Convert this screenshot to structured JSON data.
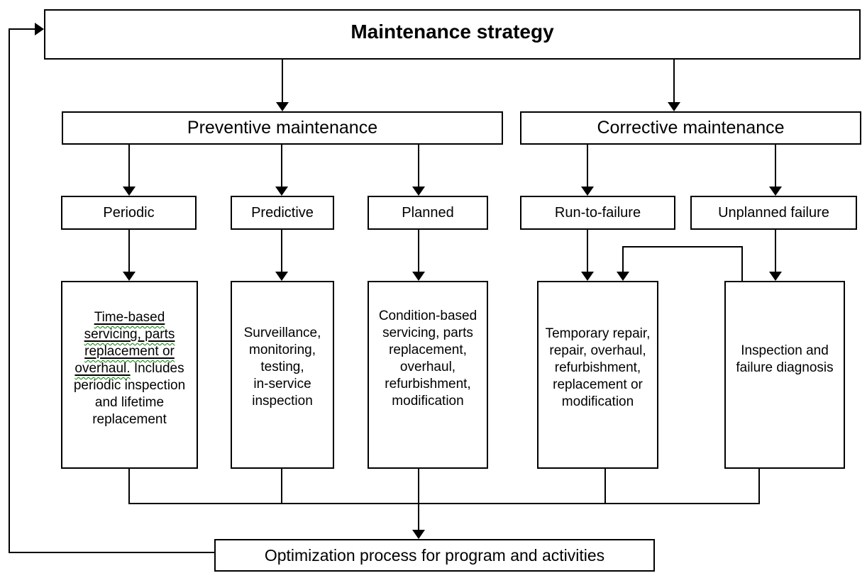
{
  "colors": {
    "line": "#000000",
    "background": "#ffffff",
    "grammar_squiggle": "#008000"
  },
  "nodes": {
    "maintenance_strategy": {
      "label": "Maintenance strategy"
    },
    "preventive": {
      "label": "Preventive maintenance"
    },
    "corrective": {
      "label": "Corrective maintenance"
    },
    "periodic": {
      "label": "Periodic"
    },
    "predictive": {
      "label": "Predictive"
    },
    "planned": {
      "label": "Planned"
    },
    "run_to_failure": {
      "label": "Run-to-failure"
    },
    "unplanned_failure": {
      "label": "Unplanned failure"
    },
    "periodic_detail": {
      "underlined_text": "Time-based\nservicing, parts\nreplacement or\noverhaul.",
      "following_text": " Includes\nperiodic inspection\nand lifetime\nreplacement"
    },
    "predictive_detail": {
      "label": "Surveillance,\nmonitoring,\ntesting,\nin-service\ninspection"
    },
    "planned_detail": {
      "label": "Condition-based\nservicing, parts\nreplacement,\noverhaul,\nrefurbishment,\nmodification"
    },
    "run_to_failure_detail": {
      "label": "Temporary repair,\nrepair, overhaul,\nrefurbishment,\nreplacement or\nmodification"
    },
    "unplanned_failure_detail": {
      "label": "Inspection and\nfailure diagnosis"
    },
    "optimization": {
      "label": "Optimization process for program and activities"
    }
  },
  "connections": [
    {
      "from": "maintenance_strategy",
      "to": "preventive"
    },
    {
      "from": "maintenance_strategy",
      "to": "corrective"
    },
    {
      "from": "preventive",
      "to": "periodic"
    },
    {
      "from": "preventive",
      "to": "predictive"
    },
    {
      "from": "preventive",
      "to": "planned"
    },
    {
      "from": "corrective",
      "to": "run_to_failure"
    },
    {
      "from": "corrective",
      "to": "unplanned_failure"
    },
    {
      "from": "periodic",
      "to": "periodic_detail"
    },
    {
      "from": "predictive",
      "to": "predictive_detail"
    },
    {
      "from": "planned",
      "to": "planned_detail"
    },
    {
      "from": "run_to_failure",
      "to": "run_to_failure_detail"
    },
    {
      "from": "unplanned_failure",
      "to": "unplanned_failure_detail"
    },
    {
      "from": "unplanned_failure_detail",
      "to": "run_to_failure_detail"
    },
    {
      "from": "periodic_detail",
      "to": "optimization"
    },
    {
      "from": "predictive_detail",
      "to": "optimization"
    },
    {
      "from": "planned_detail",
      "to": "optimization"
    },
    {
      "from": "run_to_failure_detail",
      "to": "optimization"
    },
    {
      "from": "unplanned_failure_detail",
      "to": "optimization"
    },
    {
      "from": "optimization",
      "to": "maintenance_strategy"
    }
  ]
}
